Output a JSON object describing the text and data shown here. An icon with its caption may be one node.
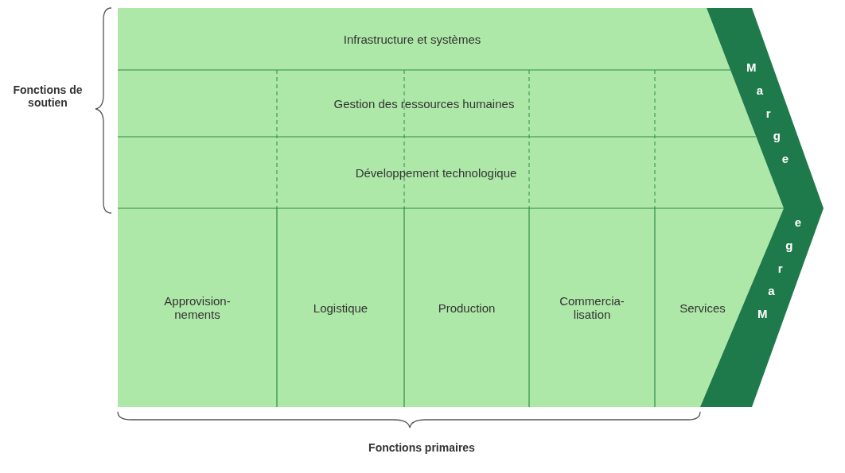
{
  "diagram": {
    "nodes": [
      {
        "text": [
          "Infrastructure et systèmes"
        ]
      },
      {
        "text": [
          "Gestion des ressources humaines"
        ]
      },
      {
        "text": [
          "Développement technologique"
        ]
      },
      {
        "text": [
          "Approvision- nements"
        ]
      },
      {
        "text": [
          "Logistique"
        ]
      },
      {
        "text": [
          "Production"
        ]
      },
      {
        "text": [
          "Commercia- lisation"
        ]
      },
      {
        "text": [
          "Services"
        ]
      },
      {
        "text": [
          "Marge",
          "Marge"
        ]
      }
    ],
    "edges": [],
    "labels": [
      "Fonctions de soutien",
      "Fonctions primaires"
    ]
  }
}
